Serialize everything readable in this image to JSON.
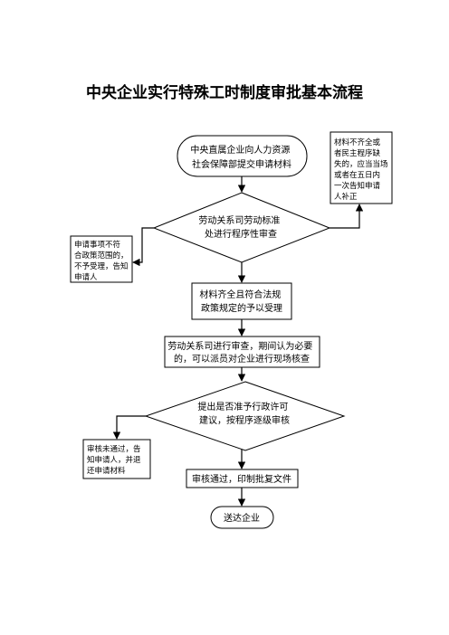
{
  "title": "中央企业实行特殊工时制度审批基本流程",
  "nodes": {
    "submit": [
      "中央直属企业向人力资源",
      "社会保障部提交申请材料"
    ],
    "incomplete": [
      "材料不齐全或",
      "者民主程序缺",
      "失的，应当当场",
      "或者在五日内",
      "一次告知申请",
      "人补正"
    ],
    "procedural_review": [
      "劳动关系司劳动标准",
      "处进行程序性审查"
    ],
    "out_of_scope": [
      "申请事项不符",
      "合政策范围的，",
      "不予受理，告知",
      "申请人"
    ],
    "accept": [
      "材料齐全且符合法规",
      "政策规定的予以受理"
    ],
    "examine": [
      "劳动关系司进行审查，期间认为必要",
      "的，可以派员对企业进行现场核查"
    ],
    "opinion": [
      "提出是否准予行政许可",
      "建议，按程序逐级审核"
    ],
    "rejected": [
      "审核未通过，告",
      "知申请人，并退",
      "还申请材料"
    ],
    "approved": [
      "审核通过，印制批复文件"
    ],
    "deliver": [
      "送达企业"
    ]
  }
}
